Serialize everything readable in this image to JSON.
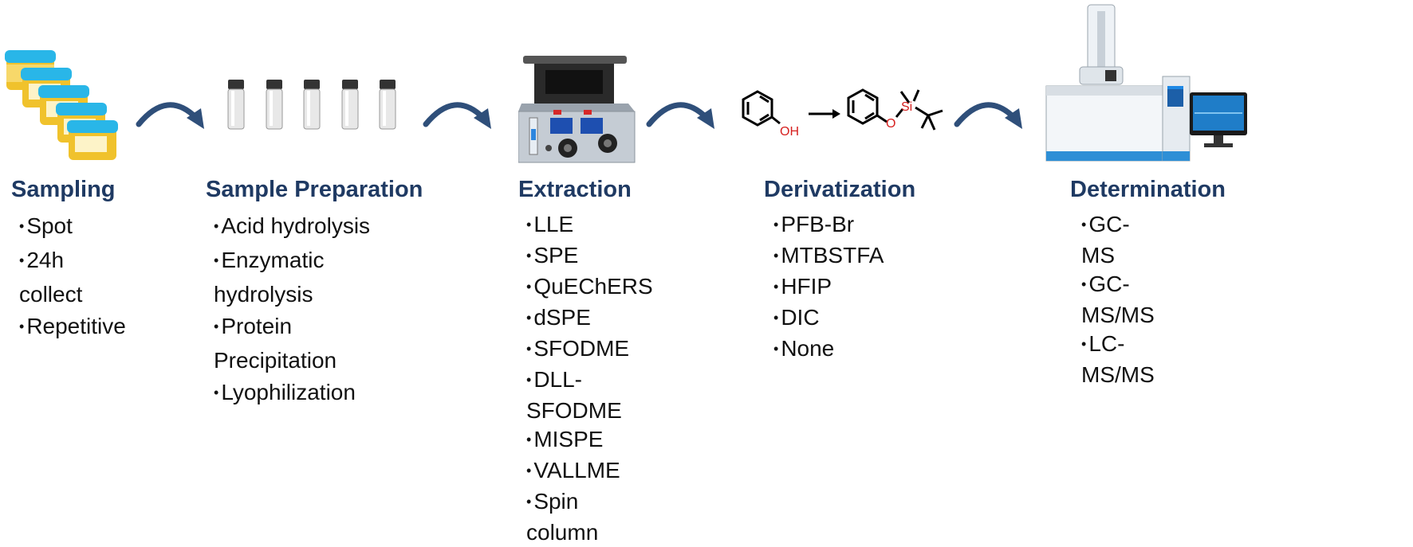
{
  "stages": [
    {
      "title": "Sampling",
      "items": [
        "Spot",
        "24h collect",
        "Repetitive"
      ]
    },
    {
      "title": "Sample Preparation",
      "items": [
        "Acid hydrolysis",
        "Enzymatic\nhydrolysis",
        "Protein\nPrecipitation",
        "Lyophilization"
      ]
    },
    {
      "title": "Extraction",
      "items": [
        "LLE",
        "SPE",
        "QuEChERS",
        "dSPE",
        "SFODME",
        "DLL-SFODME",
        "MISPE",
        "VALLME",
        "Spin column"
      ]
    },
    {
      "title": "Derivatization",
      "items": [
        "PFB-Br",
        "MTBSTFA",
        "HFIP",
        "DIC",
        "None"
      ]
    },
    {
      "title": "Determination",
      "items": [
        "GC-MS",
        "GC-MS/MS",
        "LC-MS/MS"
      ]
    }
  ],
  "reaction": {
    "reactant_group": "OH",
    "product_o": "O",
    "product_si": "Si"
  },
  "colors": {
    "title": "#1f3a63",
    "arrow": "#2f4f7a",
    "cup_lid": "#29b6e8",
    "urine": "#f0c22c",
    "chem_red": "#d6201f"
  }
}
